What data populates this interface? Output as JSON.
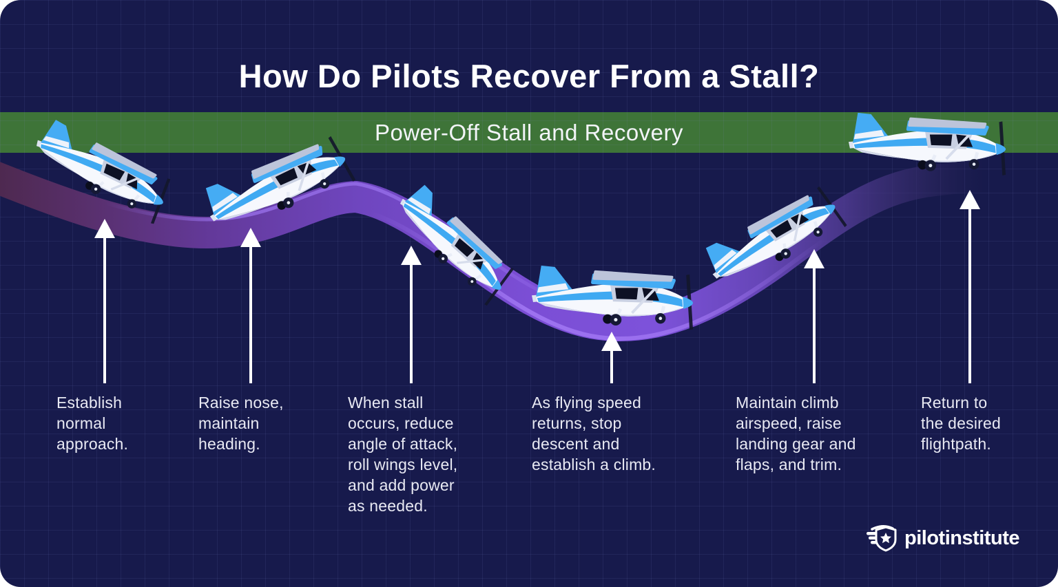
{
  "page": {
    "title": "How Do Pilots Recover From a Stall?",
    "banner_label": "Power-Off Stall and Recovery",
    "brand": "pilotinstitute"
  },
  "colors": {
    "background_navy": "#171a4c",
    "banner_green": "#3e7438",
    "path_purple_bright": "#7d52da",
    "path_purple_dark": "#4e2950",
    "plane_blue": "#45acf4",
    "plane_white": "#f6f8fd",
    "arrow_white": "#ffffff",
    "step_text": "#e8e9f3"
  },
  "steps": [
    {
      "id": 1,
      "label": "Establish\nnormal\napproach."
    },
    {
      "id": 2,
      "label": "Raise nose,\nmaintain\nheading."
    },
    {
      "id": 3,
      "label": "When stall\noccurs, reduce\nangle of attack,\nroll wings level,\nand add power\nas needed."
    },
    {
      "id": 4,
      "label": "As flying speed\nreturns, stop\ndescent and\nestablish a climb."
    },
    {
      "id": 5,
      "label": "Maintain climb\nairspeed, raise\nlanding gear and\nflaps, and trim."
    },
    {
      "id": 6,
      "label": "Return to\nthe desired\nflightpath."
    }
  ]
}
